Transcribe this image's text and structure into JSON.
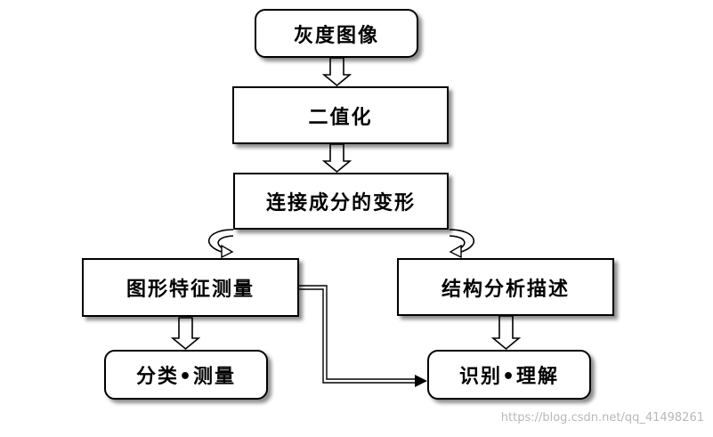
{
  "diagram": {
    "nodes": {
      "grayscale_image": "灰度图像",
      "binarization": "二值化",
      "component_transform": "连接成分的变形",
      "shape_feature_measurement": "图形特征测量",
      "structure_analysis": "结构分析描述",
      "classification_measurement": "分类•测量",
      "recognition_understanding": "识别•理解"
    }
  },
  "watermark": "https://blog.csdn.net/qq_41498261"
}
